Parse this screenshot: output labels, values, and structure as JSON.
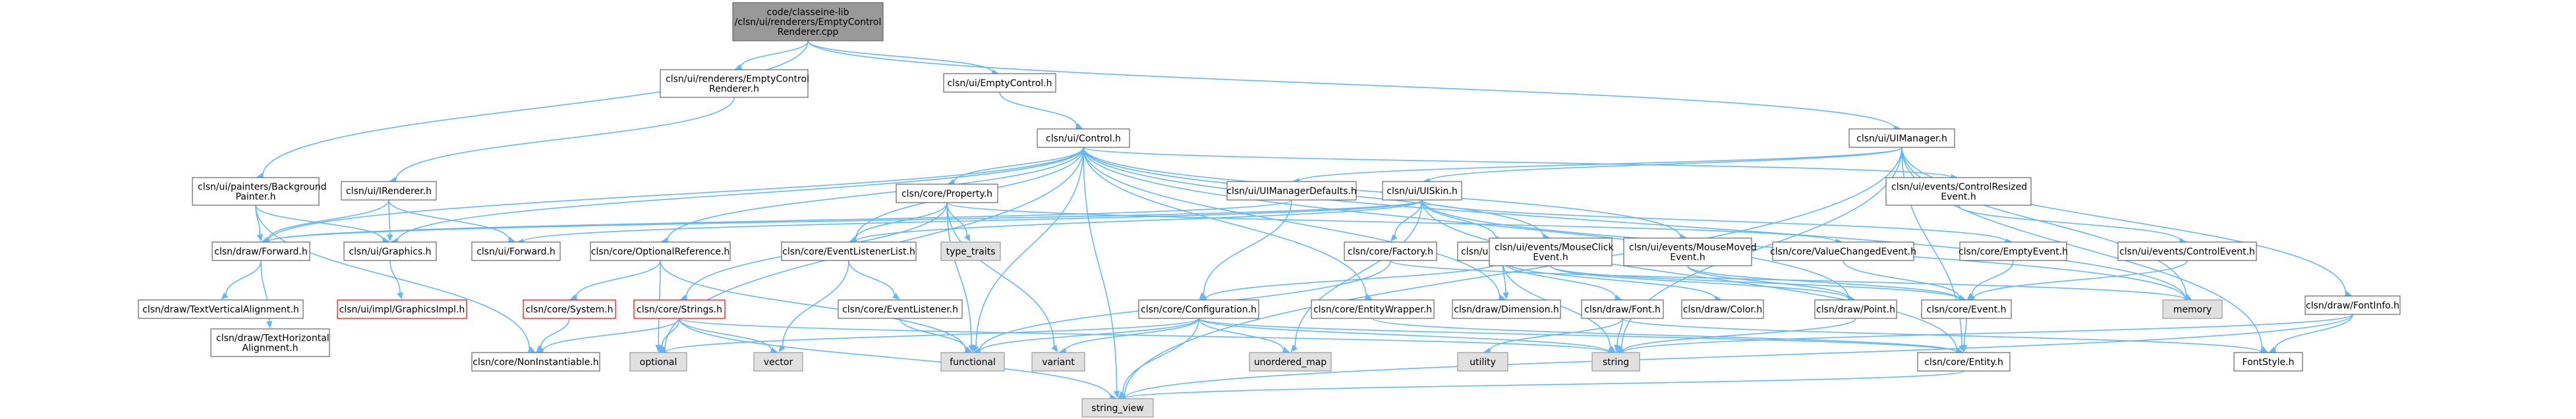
{
  "colors": {
    "root_fill": "#999999",
    "node_fill": "#ffffff",
    "node_border": "#666666",
    "system_fill": "#e0e0e0",
    "system_border": "#999999",
    "incomplete_border": "#ff0000",
    "edge": "#63b8ff",
    "text": "#000000"
  },
  "nodes": [
    {
      "id": "root",
      "label": "code/classeine-lib\n/clsn/ui/renderers/EmptyControl\nRenderer.cpp",
      "kind": "root"
    },
    {
      "id": "renderer_h",
      "label": "clsn/ui/renderers/EmptyControl\nRenderer.h",
      "kind": "normal"
    },
    {
      "id": "emptycontrol_h",
      "label": "clsn/ui/EmptyControl.h",
      "kind": "normal"
    },
    {
      "id": "uimanager_h",
      "label": "clsn/ui/UIManager.h",
      "kind": "normal"
    },
    {
      "id": "bgpainter_h",
      "label": "clsn/ui/painters/Background\nPainter.h",
      "kind": "normal"
    },
    {
      "id": "control_h",
      "label": "clsn/ui/Control.h",
      "kind": "normal"
    },
    {
      "id": "irenderer_h",
      "label": "clsn/ui/IRenderer.h",
      "kind": "normal"
    },
    {
      "id": "property_h",
      "label": "clsn/core/Property.h",
      "kind": "normal"
    },
    {
      "id": "uimgrdefaults_h",
      "label": "clsn/ui/UIManagerDefaults.h",
      "kind": "normal"
    },
    {
      "id": "uiskin_h",
      "label": "clsn/ui/UISkin.h",
      "kind": "normal"
    },
    {
      "id": "ctrlresized_h",
      "label": "clsn/ui/events/ControlResized\nEvent.h",
      "kind": "normal"
    },
    {
      "id": "draw_forward_h",
      "label": "clsn/draw/Forward.h",
      "kind": "normal"
    },
    {
      "id": "graphics_h",
      "label": "clsn/ui/Graphics.h",
      "kind": "normal"
    },
    {
      "id": "ui_forward_h",
      "label": "clsn/ui/Forward.h",
      "kind": "normal"
    },
    {
      "id": "optref_h",
      "label": "clsn/core/OptionalReference.h",
      "kind": "normal"
    },
    {
      "id": "type_traits",
      "label": "type_traits",
      "kind": "system"
    },
    {
      "id": "evtlistenerlist_h",
      "label": "clsn/core/EventListenerList.h",
      "kind": "normal"
    },
    {
      "id": "factory_h",
      "label": "clsn/core/Factory.h",
      "kind": "normal"
    },
    {
      "id": "uitheme_h",
      "label": "clsn/ui/UITheme.h",
      "kind": "normal"
    },
    {
      "id": "mouseclick_h",
      "label": "clsn/ui/events/MouseClick\nEvent.h",
      "kind": "normal"
    },
    {
      "id": "mousemoved_h",
      "label": "clsn/ui/events/MouseMoved\nEvent.h",
      "kind": "normal"
    },
    {
      "id": "valuechanged_h",
      "label": "clsn/core/ValueChangedEvent.h",
      "kind": "normal"
    },
    {
      "id": "emptyevent_h",
      "label": "clsn/core/EmptyEvent.h",
      "kind": "normal"
    },
    {
      "id": "ctrlevent_h",
      "label": "clsn/ui/events/ControlEvent.h",
      "kind": "normal"
    },
    {
      "id": "memory",
      "label": "memory",
      "kind": "system"
    },
    {
      "id": "fontinfo_h",
      "label": "clsn/draw/FontInfo.h",
      "kind": "normal"
    },
    {
      "id": "textvalign_h",
      "label": "clsn/draw/TextVerticalAlignment.h",
      "kind": "normal"
    },
    {
      "id": "texthalign_h",
      "label": "clsn/draw/TextHorizontal\nAlignment.h",
      "kind": "normal"
    },
    {
      "id": "graphicsimpl_h",
      "label": "clsn/ui/impl/GraphicsImpl.h",
      "kind": "incomplete"
    },
    {
      "id": "system_h",
      "label": "clsn/core/System.h",
      "kind": "incomplete"
    },
    {
      "id": "strings_h",
      "label": "clsn/core/Strings.h",
      "kind": "incomplete"
    },
    {
      "id": "evtlistener_h",
      "label": "clsn/core/EventListener.h",
      "kind": "normal"
    },
    {
      "id": "config_h",
      "label": "clsn/core/Configuration.h",
      "kind": "normal"
    },
    {
      "id": "entitywrapper_h",
      "label": "clsn/core/EntityWrapper.h",
      "kind": "normal"
    },
    {
      "id": "dimension_h",
      "label": "clsn/draw/Dimension.h",
      "kind": "normal"
    },
    {
      "id": "font_h",
      "label": "clsn/draw/Font.h",
      "kind": "normal"
    },
    {
      "id": "color_h",
      "label": "clsn/draw/Color.h",
      "kind": "normal"
    },
    {
      "id": "point_h",
      "label": "clsn/draw/Point.h",
      "kind": "normal"
    },
    {
      "id": "event_h",
      "label": "clsn/core/Event.h",
      "kind": "normal"
    },
    {
      "id": "noninst_h",
      "label": "clsn/core/NonInstantiable.h",
      "kind": "normal"
    },
    {
      "id": "optional",
      "label": "optional",
      "kind": "system"
    },
    {
      "id": "vector",
      "label": "vector",
      "kind": "system"
    },
    {
      "id": "functional",
      "label": "functional",
      "kind": "system"
    },
    {
      "id": "variant",
      "label": "variant",
      "kind": "system"
    },
    {
      "id": "unordered_map",
      "label": "unordered_map",
      "kind": "system"
    },
    {
      "id": "utility",
      "label": "utility",
      "kind": "system"
    },
    {
      "id": "string",
      "label": "string",
      "kind": "system"
    },
    {
      "id": "entity_h",
      "label": "clsn/core/Entity.h",
      "kind": "normal"
    },
    {
      "id": "fontstyle_h",
      "label": "FontStyle.h",
      "kind": "normal"
    },
    {
      "id": "string_view",
      "label": "string_view",
      "kind": "system"
    }
  ],
  "edges": [
    [
      "root",
      "renderer_h"
    ],
    [
      "root",
      "emptycontrol_h"
    ],
    [
      "root",
      "uimanager_h"
    ],
    [
      "root",
      "bgpainter_h"
    ],
    [
      "renderer_h",
      "irenderer_h"
    ],
    [
      "emptycontrol_h",
      "control_h"
    ],
    [
      "uimanager_h",
      "uiskin_h"
    ],
    [
      "uimanager_h",
      "uimgrdefaults_h"
    ],
    [
      "uimanager_h",
      "fontinfo_h"
    ],
    [
      "uimanager_h",
      "memory"
    ],
    [
      "uimanager_h",
      "string"
    ],
    [
      "uimanager_h",
      "string_view"
    ],
    [
      "uimanager_h",
      "entity_h"
    ],
    [
      "uimanager_h",
      "fontstyle_h"
    ],
    [
      "bgpainter_h",
      "draw_forward_h"
    ],
    [
      "bgpainter_h",
      "graphics_h"
    ],
    [
      "bgpainter_h",
      "noninst_h"
    ],
    [
      "irenderer_h",
      "draw_forward_h"
    ],
    [
      "irenderer_h",
      "graphics_h"
    ],
    [
      "irenderer_h",
      "ui_forward_h"
    ],
    [
      "control_h",
      "property_h"
    ],
    [
      "control_h",
      "graphics_h"
    ],
    [
      "control_h",
      "optref_h"
    ],
    [
      "control_h",
      "evtlistenerlist_h"
    ],
    [
      "control_h",
      "ctrlresized_h"
    ],
    [
      "control_h",
      "mouseclick_h"
    ],
    [
      "control_h",
      "mousemoved_h"
    ],
    [
      "control_h",
      "dimension_h"
    ],
    [
      "control_h",
      "entitywrapper_h"
    ],
    [
      "control_h",
      "functional"
    ],
    [
      "control_h",
      "optional"
    ],
    [
      "control_h",
      "string_view"
    ],
    [
      "control_h",
      "memory"
    ],
    [
      "control_h",
      "draw_forward_h"
    ],
    [
      "control_h",
      "point_h"
    ],
    [
      "property_h",
      "evtlistenerlist_h"
    ],
    [
      "property_h",
      "valuechanged_h"
    ],
    [
      "property_h",
      "strings_h"
    ],
    [
      "property_h",
      "type_traits"
    ],
    [
      "property_h",
      "variant"
    ],
    [
      "property_h",
      "functional"
    ],
    [
      "uimgrdefaults_h",
      "config_h"
    ],
    [
      "uimgrdefaults_h",
      "draw_forward_h"
    ],
    [
      "uiskin_h",
      "factory_h"
    ],
    [
      "uiskin_h",
      "uitheme_h"
    ],
    [
      "uiskin_h",
      "ui_forward_h"
    ],
    [
      "uiskin_h",
      "draw_forward_h"
    ],
    [
      "uiskin_h",
      "emptyevent_h"
    ],
    [
      "uiskin_h",
      "evtlistenerlist_h"
    ],
    [
      "uiskin_h",
      "memory"
    ],
    [
      "uiskin_h",
      "unordered_map"
    ],
    [
      "uiskin_h",
      "entity_h"
    ],
    [
      "ctrlresized_h",
      "ctrlevent_h"
    ],
    [
      "draw_forward_h",
      "textvalign_h"
    ],
    [
      "draw_forward_h",
      "texthalign_h"
    ],
    [
      "graphics_h",
      "graphicsimpl_h"
    ],
    [
      "optref_h",
      "system_h"
    ],
    [
      "optref_h",
      "optional"
    ],
    [
      "optref_h",
      "functional"
    ],
    [
      "evtlistenerlist_h",
      "evtlistener_h"
    ],
    [
      "evtlistenerlist_h",
      "vector"
    ],
    [
      "factory_h",
      "functional"
    ],
    [
      "factory_h",
      "memory"
    ],
    [
      "uitheme_h",
      "config_h"
    ],
    [
      "uitheme_h",
      "dimension_h"
    ],
    [
      "uitheme_h",
      "font_h"
    ],
    [
      "uitheme_h",
      "color_h"
    ],
    [
      "uitheme_h",
      "string"
    ],
    [
      "mouseclick_h",
      "event_h"
    ],
    [
      "mouseclick_h",
      "point_h"
    ],
    [
      "mousemoved_h",
      "event_h"
    ],
    [
      "mousemoved_h",
      "point_h"
    ],
    [
      "valuechanged_h",
      "event_h"
    ],
    [
      "emptyevent_h",
      "event_h"
    ],
    [
      "ctrlevent_h",
      "event_h"
    ],
    [
      "fontinfo_h",
      "fontstyle_h"
    ],
    [
      "fontinfo_h",
      "string"
    ],
    [
      "fontinfo_h",
      "string_view"
    ],
    [
      "system_h",
      "noninst_h"
    ],
    [
      "strings_h",
      "noninst_h"
    ],
    [
      "strings_h",
      "optional"
    ],
    [
      "strings_h",
      "vector"
    ],
    [
      "strings_h",
      "string"
    ],
    [
      "strings_h",
      "string_view"
    ],
    [
      "evtlistener_h",
      "functional"
    ],
    [
      "config_h",
      "optional"
    ],
    [
      "config_h",
      "variant"
    ],
    [
      "config_h",
      "unordered_map"
    ],
    [
      "config_h",
      "string"
    ],
    [
      "config_h",
      "string_view"
    ],
    [
      "config_h",
      "functional"
    ],
    [
      "config_h",
      "entity_h"
    ],
    [
      "entitywrapper_h",
      "entity_h"
    ],
    [
      "font_h",
      "string"
    ],
    [
      "font_h",
      "utility"
    ],
    [
      "font_h",
      "fontstyle_h"
    ],
    [
      "point_h",
      "string"
    ],
    [
      "event_h",
      "entity_h"
    ],
    [
      "entity_h",
      "string_view"
    ]
  ]
}
